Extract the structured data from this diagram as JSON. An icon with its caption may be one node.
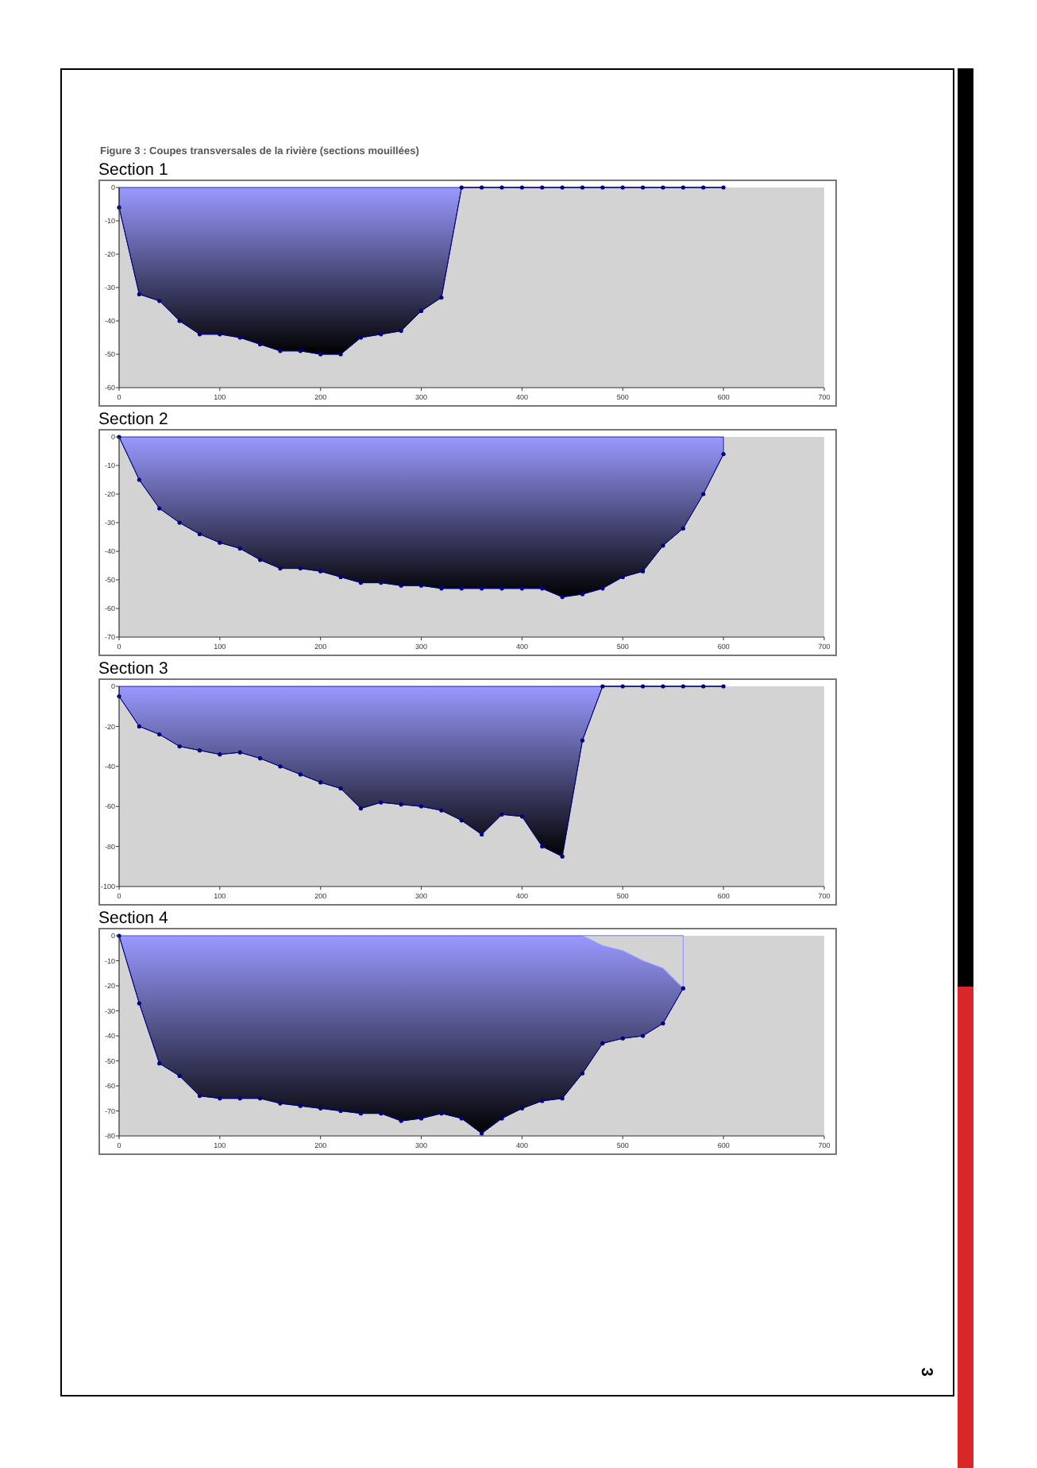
{
  "diagram": {
    "title": "Figure 3 : Coupes transversales de la rivière (sections mouillées)",
    "labels": [
      "3"
    ],
    "chart_data": [
      {
        "type": "area",
        "title": "Section 1",
        "x": [
          0,
          20,
          40,
          60,
          80,
          100,
          120,
          140,
          160,
          180,
          200,
          220,
          240,
          260,
          280,
          300,
          320,
          340,
          360,
          380,
          400,
          420,
          440,
          460,
          480,
          500,
          520,
          540,
          560,
          580,
          600
        ],
        "xlim": [
          0,
          700
        ],
        "ylim": [
          -60,
          0
        ],
        "xticks": [
          0,
          100,
          200,
          300,
          400,
          500,
          600,
          700
        ],
        "yticks": [
          0,
          -10,
          -20,
          -30,
          -40,
          -50,
          -60
        ],
        "series": [
          {
            "color": "#000080",
            "values": [
              -6,
              -32,
              -34,
              -40,
              -44,
              -44,
              -45,
              -47,
              -49,
              -49,
              -50,
              -50,
              -45,
              -44,
              -43,
              -37,
              -33,
              0,
              0,
              0,
              0,
              0,
              0,
              0,
              0,
              0,
              0,
              0,
              0,
              0,
              0
            ]
          }
        ]
      },
      {
        "type": "area",
        "title": "Section 2",
        "x": [
          0,
          20,
          40,
          60,
          80,
          100,
          120,
          140,
          160,
          180,
          200,
          220,
          240,
          260,
          280,
          300,
          320,
          340,
          360,
          380,
          400,
          420,
          440,
          460,
          480,
          500,
          520,
          540,
          560,
          580,
          600
        ],
        "xlim": [
          0,
          700
        ],
        "ylim": [
          -70,
          0
        ],
        "xticks": [
          0,
          100,
          200,
          300,
          400,
          500,
          600,
          700
        ],
        "yticks": [
          0,
          -10,
          -20,
          -30,
          -40,
          -50,
          -60,
          -70
        ],
        "series": [
          {
            "color": "#000080",
            "values": [
              0,
              -15,
              -25,
              -30,
              -34,
              -37,
              -39,
              -43,
              -46,
              -46,
              -47,
              -49,
              -51,
              -51,
              -52,
              -52,
              -53,
              -53,
              -53,
              -53,
              -53,
              -53,
              -56,
              -55,
              -53,
              -49,
              -47,
              -38,
              -32,
              -20,
              -6
            ]
          }
        ]
      },
      {
        "type": "area",
        "title": "Section 3",
        "x": [
          0,
          20,
          40,
          60,
          80,
          100,
          120,
          140,
          160,
          180,
          200,
          220,
          240,
          260,
          280,
          300,
          320,
          340,
          360,
          380,
          400,
          420,
          440,
          460,
          480,
          500,
          520,
          540,
          560,
          580,
          600
        ],
        "xlim": [
          0,
          700
        ],
        "ylim": [
          -100,
          0
        ],
        "xticks": [
          0,
          100,
          200,
          300,
          400,
          500,
          600,
          700
        ],
        "yticks": [
          0,
          -20,
          -40,
          -60,
          -80,
          -100
        ],
        "series": [
          {
            "color": "#000080",
            "values": [
              -5,
              -20,
              -24,
              -30,
              -32,
              -34,
              -33,
              -36,
              -40,
              -44,
              -48,
              -51,
              -61,
              -58,
              -59,
              -60,
              -62,
              -67,
              -74,
              -64,
              -65,
              -80,
              -85,
              -27,
              0,
              0,
              0,
              0,
              0,
              0,
              0
            ]
          }
        ]
      },
      {
        "type": "area",
        "title": "Section 4",
        "x": [
          0,
          20,
          40,
          60,
          80,
          100,
          120,
          140,
          160,
          180,
          200,
          220,
          240,
          260,
          280,
          300,
          320,
          340,
          360,
          380,
          400,
          420,
          440,
          460,
          480,
          500,
          520,
          540,
          560
        ],
        "xlim": [
          0,
          700
        ],
        "ylim": [
          -80,
          0
        ],
        "xticks": [
          0,
          100,
          200,
          300,
          400,
          500,
          600,
          700
        ],
        "yticks": [
          0,
          -10,
          -20,
          -30,
          -40,
          -50,
          -60,
          -70,
          -80
        ],
        "series": [
          {
            "color": "#000080",
            "values": [
              0,
              -27,
              -51,
              -56,
              -64,
              -65,
              -65,
              -65,
              -67,
              -68,
              -69,
              -70,
              -71,
              -71,
              -74,
              -73,
              -71,
              -73,
              -79,
              -73,
              -69,
              -66,
              -65,
              -55,
              -43,
              -41,
              -40,
              -35,
              -21
            ]
          },
          {
            "color": "#9999ff",
            "values": [
              0,
              0,
              0,
              0,
              0,
              0,
              0,
              0,
              0,
              0,
              0,
              0,
              0,
              0,
              0,
              0,
              0,
              0,
              0,
              0,
              0,
              0,
              0,
              0,
              -4,
              -6,
              -10,
              -13,
              -21
            ]
          }
        ]
      }
    ]
  }
}
